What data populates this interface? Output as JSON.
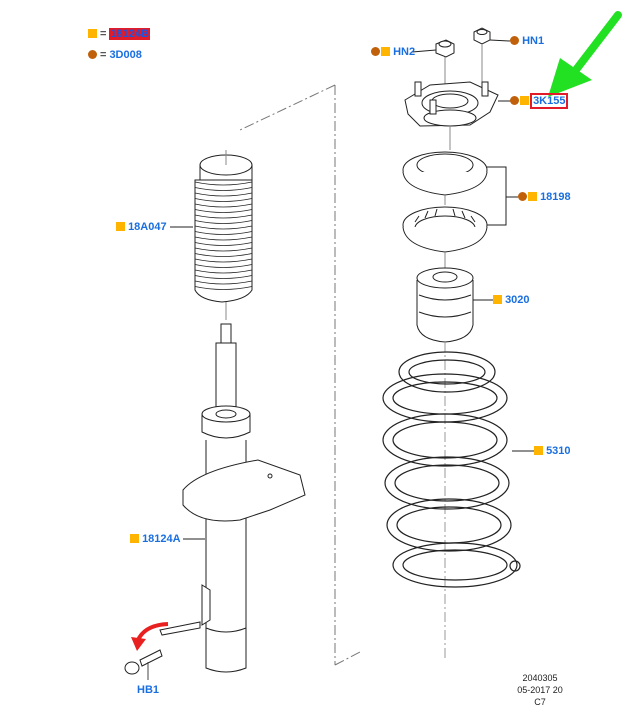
{
  "legend": {
    "items": [
      {
        "marker": "square",
        "color": "#ffb400",
        "symbol": "=",
        "code": "18124B",
        "highlight": "#e21b2b"
      },
      {
        "marker": "circle",
        "color": "#c0600a",
        "symbol": "=",
        "code": "3D008"
      }
    ]
  },
  "parts": {
    "hn2": "HN2",
    "hn1": "HN1",
    "k3155": "3K155",
    "p18198": "18198",
    "p18A047": "18A047",
    "p3020": "3020",
    "p5310": "5310",
    "p18124A": "18124A",
    "hb1": "HB1"
  },
  "footer": {
    "line1": "2040305",
    "line2": "05-2017 20",
    "line3": "C7"
  },
  "colors": {
    "label_blue": "#1a6fe0",
    "square_orange": "#ffb400",
    "circle_brown": "#c0600a",
    "highlight_red": "#e21b2b",
    "arrow_green": "#22e022",
    "arrow_red": "#e82020"
  }
}
